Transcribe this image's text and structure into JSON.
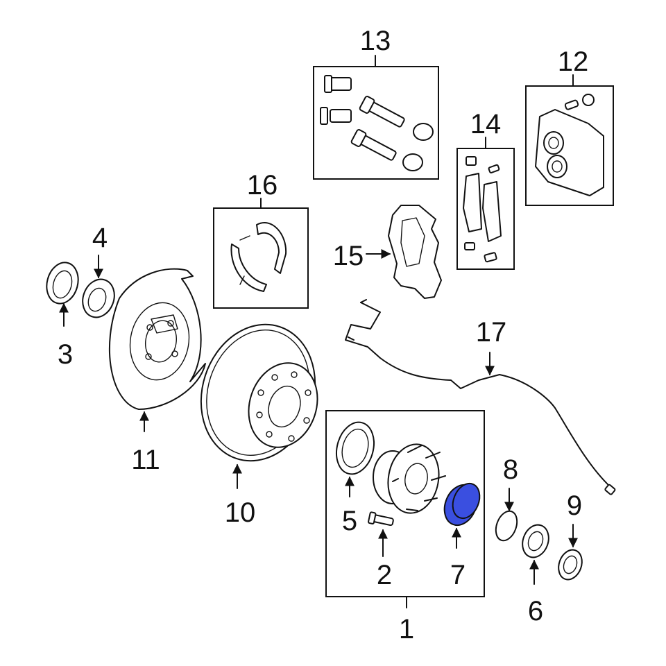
{
  "callouts": {
    "c1": "1",
    "c2": "2",
    "c3": "3",
    "c4": "4",
    "c5": "5",
    "c6": "6",
    "c7": "7",
    "c8": "8",
    "c9": "9",
    "c10": "10",
    "c11": "11",
    "c12": "12",
    "c13": "13",
    "c14": "14",
    "c15": "15",
    "c16": "16",
    "c17": "17"
  },
  "highlighted_part": "7",
  "colors": {
    "highlight": "#3a4fe0",
    "ink": "#111111",
    "background": "#ffffff"
  }
}
